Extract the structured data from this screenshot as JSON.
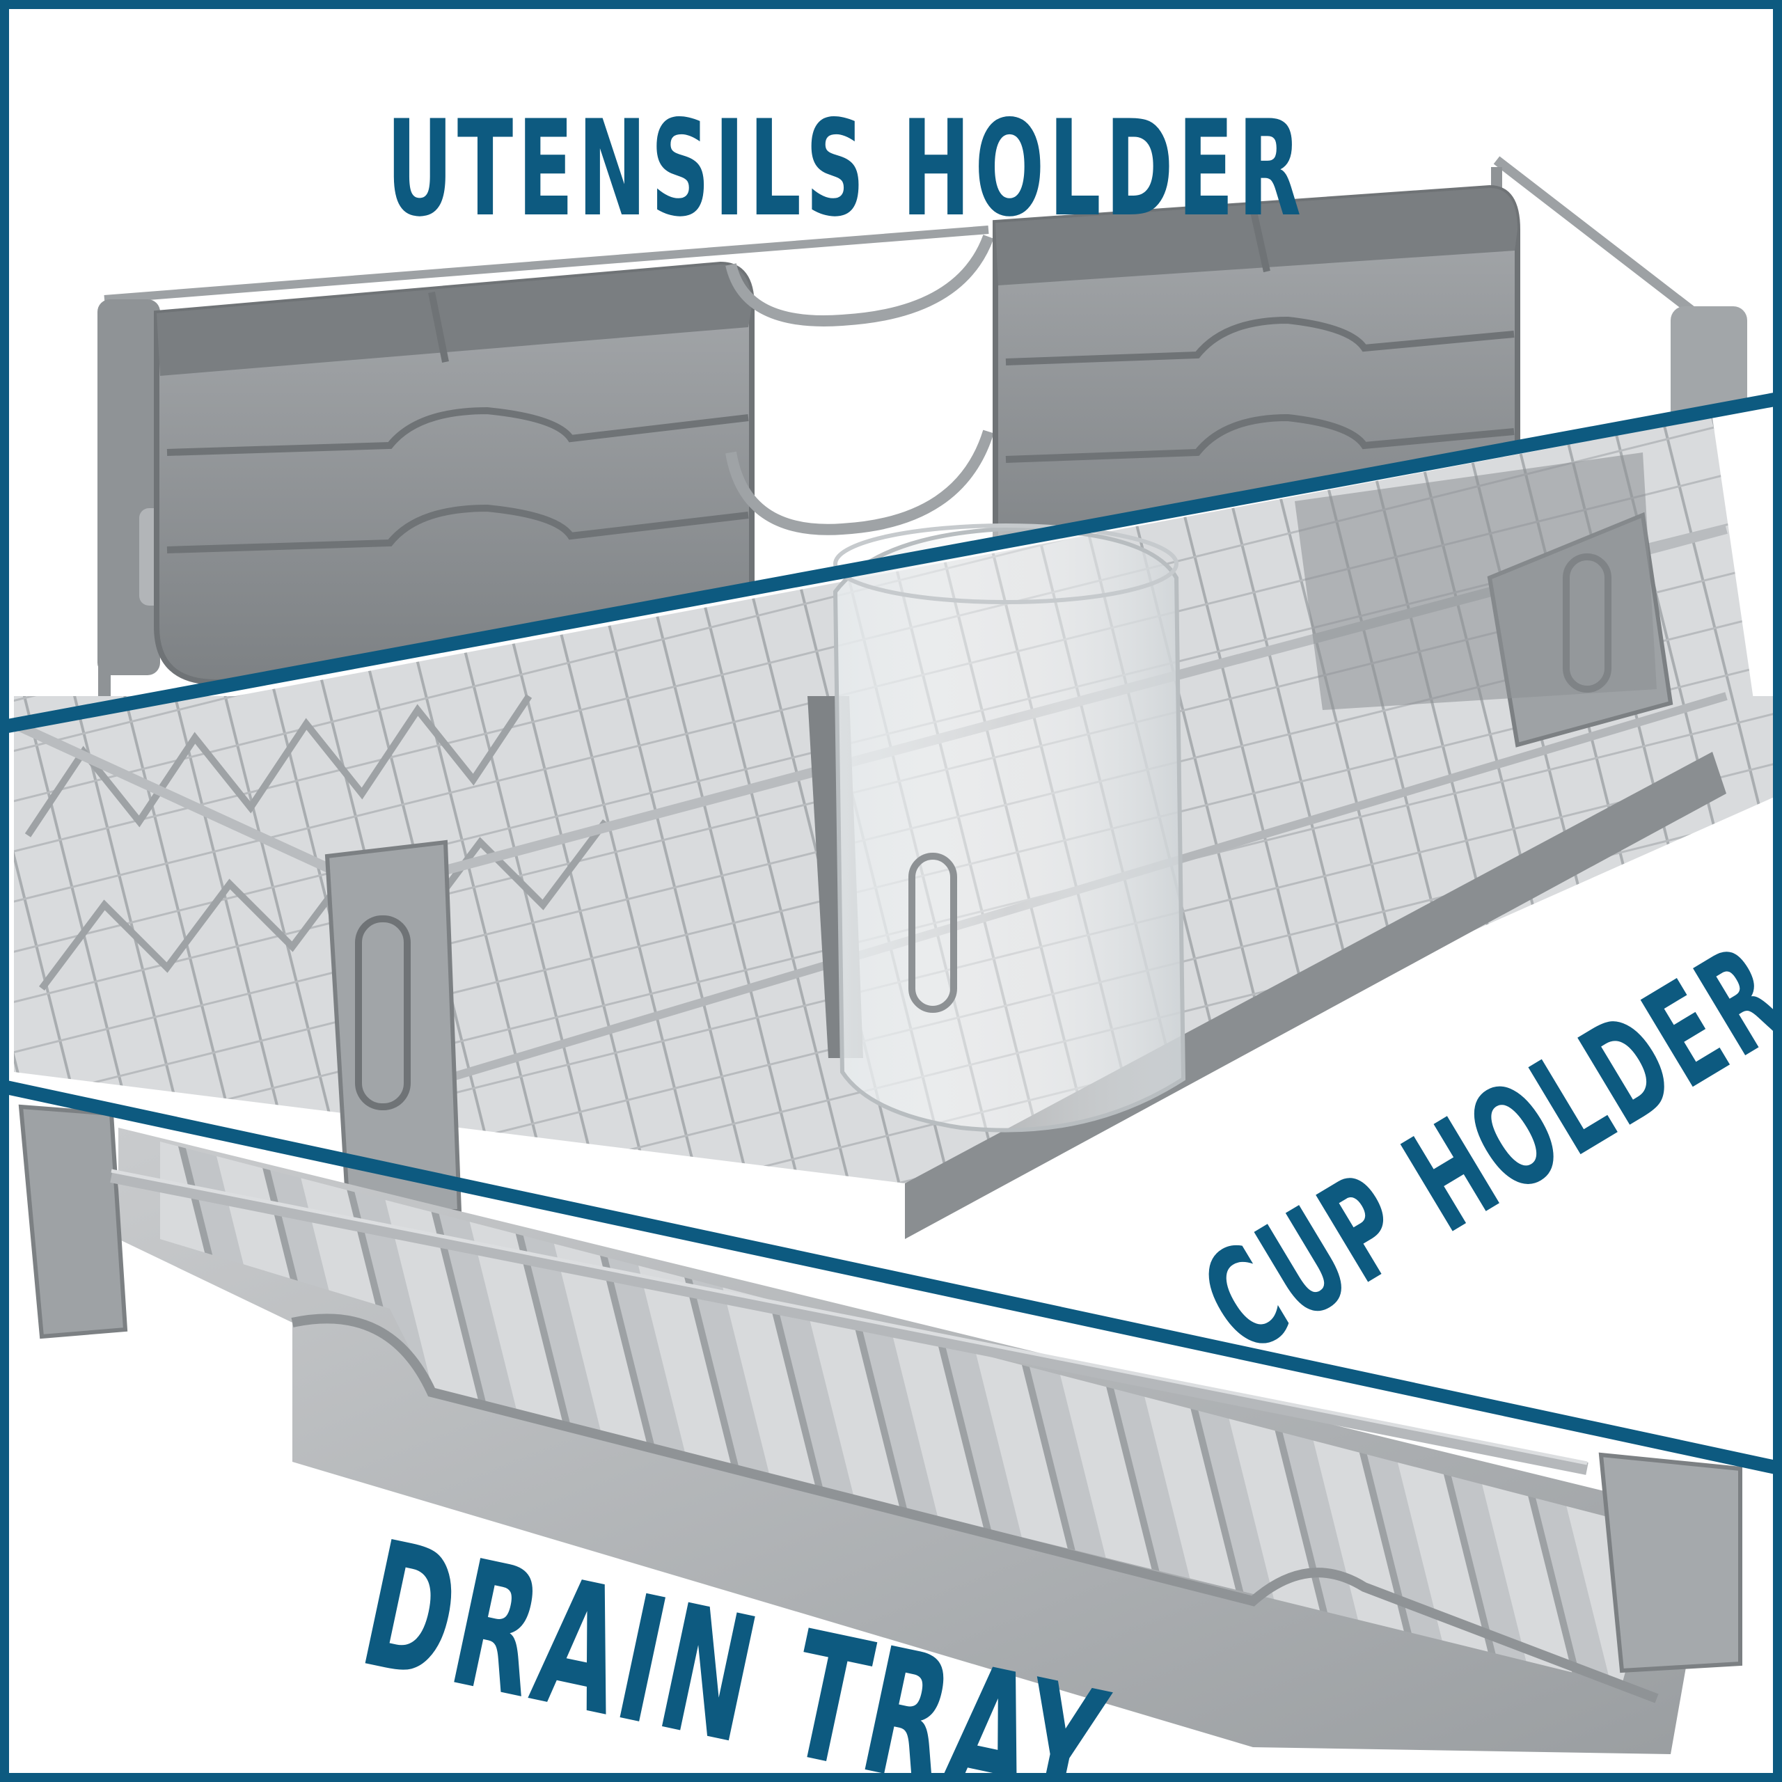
{
  "labels": {
    "utensils": "UTENSILS HOLDER",
    "cup": "CUP HOLDER",
    "drain": "DRAIN TRAY"
  },
  "colors": {
    "brand_blue": "#0d5a80",
    "background": "#ffffff",
    "plastic_gray": "#8c9093",
    "wire_silver": "#b7babd"
  }
}
